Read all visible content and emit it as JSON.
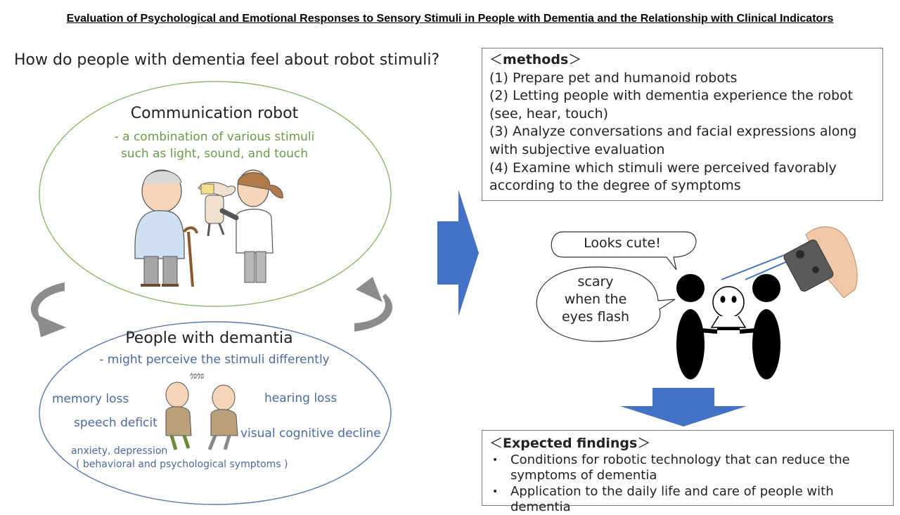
{
  "title": "Evaluation of Psychological and Emotional Responses to Sensory Stimuli in People with Dementia and the Relationship with Clinical Indicators",
  "question": "How do people with dementia feel about robot stimuli?",
  "robot_section": {
    "title": "Communication robot",
    "desc_line1": "- a combination of various stimuli",
    "desc_line2": "such as light, sound, and touch"
  },
  "dementia_section": {
    "title": "People with demantia",
    "desc": "- might perceive the stimuli differently",
    "symptoms": {
      "memory": "memory loss",
      "hearing": "hearing loss",
      "speech": "speech deficit",
      "visual": "visual cognitive decline",
      "anxiety": "anxiety, depression",
      "bpsd": "( behavioral and psychological symptoms )"
    },
    "sound_effect": "ｳﾛｳﾛ"
  },
  "methods": {
    "header_open": "＜",
    "header": "methods",
    "header_close": "＞",
    "steps": [
      "(1) Prepare pet and humanoid robots",
      "(2) Letting people with dementia experience the robot",
      "(see, hear, touch)",
      "(3) Analyze conversations and facial expressions along",
      "with subjective evaluation",
      "(4) Examine which stimuli were perceived favorably",
      "according to the degree of symptoms"
    ]
  },
  "bubbles": {
    "cute": "Looks cute!",
    "scary_line1": "scary",
    "scary_line2": "when the",
    "scary_line3": "eyes flash"
  },
  "findings": {
    "header_open": "＜",
    "header": "Expected findings",
    "header_close": "＞",
    "items": [
      "Conditions for robotic technology that can reduce the",
      "symptoms of dementia",
      "Application to the daily life and care of people with dementia"
    ]
  },
  "colors": {
    "green_ellipse": "#8bb86a",
    "blue_ellipse": "#5a78b0",
    "arrow_blue": "#4472c4",
    "gray_arrow": "#8c8c8c"
  }
}
